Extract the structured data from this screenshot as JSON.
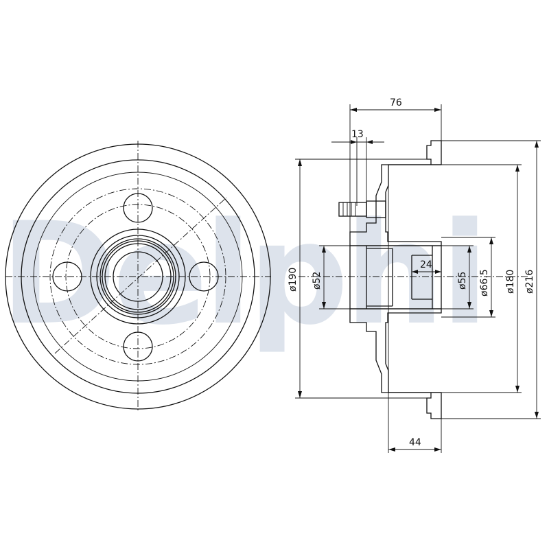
{
  "watermark": "Delphi",
  "dimensions": {
    "overall_depth": "76",
    "stud_offset": "13",
    "bearing_width": "24",
    "flange_depth": "44",
    "dia_190": "ø190",
    "dia_52": "ø52",
    "dia_55": "ø55",
    "dia_66_5": "ø66.5",
    "dia_180": "ø180",
    "dia_216": "ø216"
  },
  "colors": {
    "line": "#111111",
    "watermark": "#dde3ec"
  }
}
